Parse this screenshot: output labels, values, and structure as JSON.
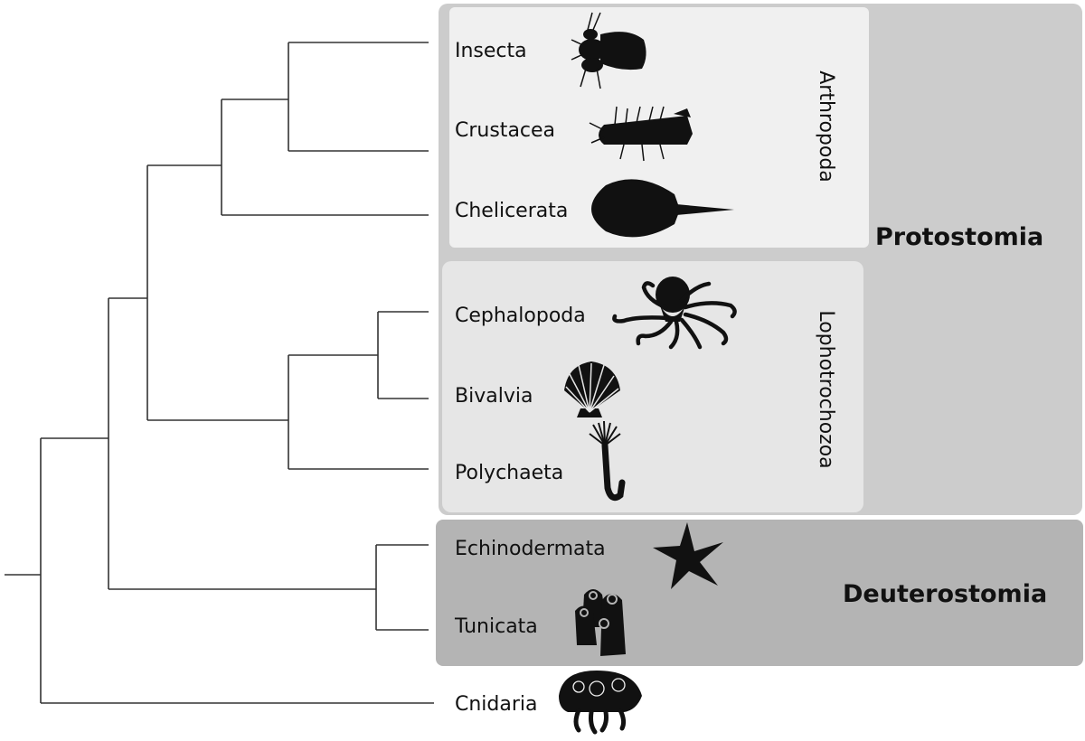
{
  "groups": {
    "protostomia": "Protostomia",
    "deuterostomia": "Deuterostomia",
    "arthropoda": "Arthropoda",
    "lophotrochozoa": "Lophotrochozoa"
  },
  "taxa": {
    "insecta": "Insecta",
    "crustacea": "Crustacea",
    "chelicerata": "Chelicerata",
    "cephalopoda": "Cephalopoda",
    "bivalvia": "Bivalvia",
    "polychaeta": "Polychaeta",
    "echinodermata": "Echinodermata",
    "tunicata": "Tunicata",
    "cnidaria": "Cnidaria"
  },
  "colors": {
    "protostomia_bg": "#cccccc",
    "arthropoda_bg": "#f0f0f0",
    "lophotrochozoa_bg": "#e6e6e6",
    "deuterostomia_bg": "#b4b4b4",
    "silhouette": "#111111",
    "branch": "#333333"
  },
  "icons": [
    "insect-icon",
    "crustacean-icon",
    "horseshoe-crab-icon",
    "octopus-icon",
    "scallop-icon",
    "polychaete-worm-icon",
    "starfish-icon",
    "tunicate-icon",
    "jellyfish-icon"
  ]
}
